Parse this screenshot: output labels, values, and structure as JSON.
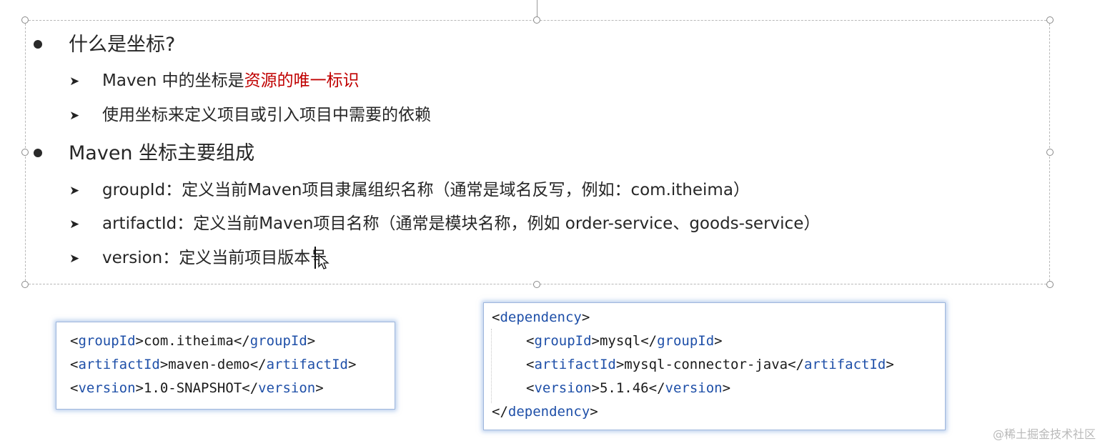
{
  "slide": {
    "section1": {
      "heading": "什么是坐标?",
      "items": [
        {
          "text_plain": "Maven 中的坐标是",
          "text_red": "资源的唯一标识"
        },
        {
          "text_plain": "使用坐标来定义项目或引入项目中需要的依赖",
          "text_red": ""
        }
      ]
    },
    "section2": {
      "heading": "Maven 坐标主要组成",
      "items": [
        {
          "text": "groupId：定义当前Maven项目隶属组织名称（通常是域名反写，例如：com.itheima）"
        },
        {
          "text": "artifactId：定义当前Maven项目名称（通常是模块名称，例如 order-service、goods-service）"
        },
        {
          "text": "version：定义当前项目版本号"
        }
      ]
    }
  },
  "code_left": {
    "lines": [
      {
        "open": "groupId",
        "value": "com.itheima"
      },
      {
        "open": "artifactId",
        "value": "maven-demo"
      },
      {
        "open": "version",
        "value": "1.0-SNAPSHOT"
      }
    ]
  },
  "code_right": {
    "outer_tag": "dependency",
    "lines": [
      {
        "open": "groupId",
        "value": "mysql"
      },
      {
        "open": "artifactId",
        "value": "mysql-connector-java"
      },
      {
        "open": "version",
        "value": "5.1.46"
      }
    ]
  },
  "watermark": "@稀土掘金技术社区",
  "colors": {
    "highlight_red": "#c00000",
    "xml_tag_blue": "#1e4fa8",
    "code_border_glow": "#9fb7dc"
  },
  "icons": {
    "bullet": "filled-circle",
    "sub_bullet": "arrow-right",
    "cursor": "mouse-pointer-icon"
  }
}
